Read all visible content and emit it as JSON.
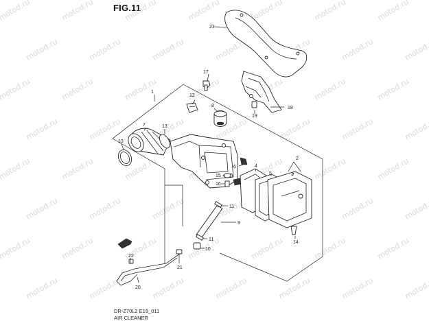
{
  "figure": {
    "title": "FIG.11",
    "code": "DR-Z70L2 E19_011",
    "name": "AIR CLEANER",
    "watermark": "motod.ru"
  },
  "callouts": [
    "1",
    "2",
    "3",
    "4",
    "5",
    "6",
    "7",
    "8",
    "9",
    "10",
    "11",
    "11",
    "12",
    "13",
    "13",
    "14",
    "15",
    "16",
    "17",
    "18",
    "19",
    "20",
    "21",
    "22",
    "23"
  ],
  "colors": {
    "line": "#222222",
    "watermark": "#d9d9d9"
  }
}
